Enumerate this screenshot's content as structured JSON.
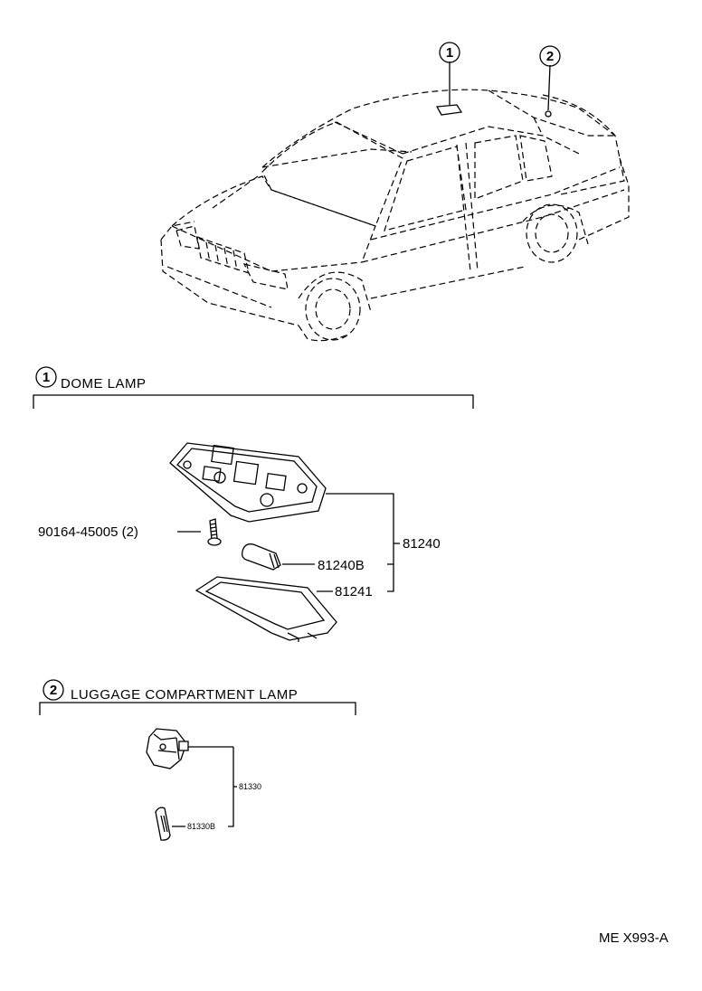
{
  "callouts": {
    "c1": "1",
    "c2": "2"
  },
  "sections": {
    "dome": {
      "number": "1",
      "title": "DOME LAMP"
    },
    "luggage": {
      "number": "2",
      "title": "LUGGAGE COMPARTMENT LAMP"
    }
  },
  "parts": {
    "screw": "90164-45005 (2)",
    "dome_assy": "81240",
    "dome_bulb": "81240B",
    "dome_lens": "81241",
    "luggage_assy": "81330",
    "luggage_bulb": "81330B"
  },
  "footer": {
    "code": "ME  X993-A"
  }
}
